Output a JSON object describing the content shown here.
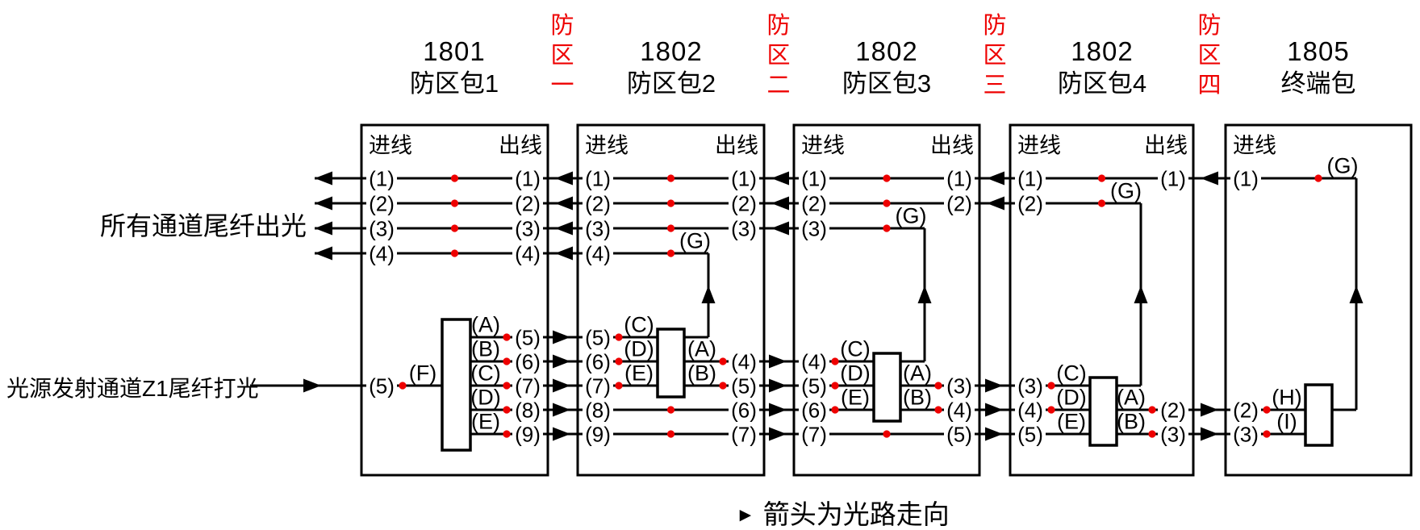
{
  "meta": {
    "caption_marker": "►",
    "caption_text": "箭头为光路走向"
  },
  "colors": {
    "accent_red": "#ee0000",
    "line_black": "#000000"
  },
  "side_labels": {
    "top_left": "所有通道尾纤出光",
    "bottom_left": "光源发射通道Z1尾纤打光"
  },
  "zones": [
    "防区一",
    "防区二",
    "防区三",
    "防区四"
  ],
  "boxes": [
    {
      "model": "1801",
      "title": "防区包1",
      "port_in_label": "进线",
      "port_out_label": "出线",
      "through": [
        {
          "left": "(1)",
          "right": "(1)",
          "row": 1,
          "dir": "left",
          "dot": true
        },
        {
          "left": "(2)",
          "right": "(2)",
          "row": 2,
          "dir": "left",
          "dot": true
        },
        {
          "left": "(3)",
          "right": "(3)",
          "row": 3,
          "dir": "left",
          "dot": true
        },
        {
          "left": "(4)",
          "right": "(4)",
          "row": 4,
          "dir": "left",
          "dot": true
        }
      ],
      "splitter": {
        "inputs": [
          {
            "port": "(5)",
            "row": 7,
            "letter": "(F)",
            "dot": true
          }
        ],
        "outputs": [
          {
            "port": "(5)",
            "row": 5,
            "letter": "(A)",
            "dot": true
          },
          {
            "port": "(6)",
            "row": 6,
            "letter": "(B)",
            "dot": true
          },
          {
            "port": "(7)",
            "row": 7,
            "letter": "(C)",
            "dot": true
          },
          {
            "port": "(8)",
            "row": 8,
            "letter": "(D)",
            "dot": true
          },
          {
            "port": "(9)",
            "row": 9,
            "letter": "(E)",
            "dot": true
          }
        ]
      }
    },
    {
      "model": "1802",
      "title": "防区包2",
      "port_in_label": "进线",
      "port_out_label": "出线",
      "through": [
        {
          "left": "(1)",
          "right": "(1)",
          "row": 1,
          "dir": "left",
          "dot": true
        },
        {
          "left": "(2)",
          "right": "(2)",
          "row": 2,
          "dir": "left",
          "dot": true
        },
        {
          "left": "(3)",
          "right": "(3)",
          "row": 3,
          "dir": "left",
          "dot": true
        },
        {
          "left": "(8)",
          "right": "(6)",
          "row": 8,
          "dir": "right",
          "dot": true
        },
        {
          "left": "(9)",
          "right": "(7)",
          "row": 9,
          "dir": "right",
          "dot": true
        }
      ],
      "g_return": {
        "port": "(4)",
        "row": 4,
        "letter": "(G)",
        "target_row": 5
      },
      "splitter": {
        "inputs": [
          {
            "port": "(5)",
            "row": 5,
            "letter": "(C)",
            "dot": true
          },
          {
            "port": "(6)",
            "row": 6,
            "letter": "(D)",
            "dot": true
          },
          {
            "port": "(7)",
            "row": 7,
            "letter": "(E)",
            "dot": true
          }
        ],
        "outputs": [
          {
            "port": "(4)",
            "row": 6,
            "letter": "(A)",
            "dot": true
          },
          {
            "port": "(5)",
            "row": 7,
            "letter": "(B)",
            "dot": true
          }
        ]
      }
    },
    {
      "model": "1802",
      "title": "防区包3",
      "port_in_label": "进线",
      "port_out_label": "出线",
      "through": [
        {
          "left": "(1)",
          "right": "(1)",
          "row": 1,
          "dir": "left",
          "dot": true
        },
        {
          "left": "(2)",
          "right": "(2)",
          "row": 2,
          "dir": "left",
          "dot": true
        },
        {
          "left": "(7)",
          "right": "(5)",
          "row": 9,
          "dir": "right",
          "dot": true
        }
      ],
      "g_return": {
        "port": "(3)",
        "row": 3,
        "letter": "(G)",
        "target_row": 6
      },
      "splitter": {
        "inputs": [
          {
            "port": "(4)",
            "row": 6,
            "letter": "(C)",
            "dot": true
          },
          {
            "port": "(5)",
            "row": 7,
            "letter": "(D)",
            "dot": true
          },
          {
            "port": "(6)",
            "row": 8,
            "letter": "(E)",
            "dot": true
          }
        ],
        "outputs": [
          {
            "port": "(3)",
            "row": 7,
            "letter": "(A)",
            "dot": true
          },
          {
            "port": "(4)",
            "row": 8,
            "letter": "(B)",
            "dot": true
          }
        ]
      }
    },
    {
      "model": "1802",
      "title": "防区包4",
      "port_in_label": "进线",
      "port_out_label": "出线",
      "through": [
        {
          "left": "(1)",
          "right": "(1)",
          "row": 1,
          "dir": "left",
          "dot": true
        }
      ],
      "g_return": {
        "port": "(2)",
        "row": 2,
        "letter": "(G)",
        "target_row": 7
      },
      "splitter": {
        "inputs": [
          {
            "port": "(3)",
            "row": 7,
            "letter": "(C)",
            "dot": true
          },
          {
            "port": "(4)",
            "row": 8,
            "letter": "(D)",
            "dot": true
          },
          {
            "port": "(5)",
            "row": 9,
            "letter": "(E)",
            "dot": false
          }
        ],
        "outputs": [
          {
            "port": "(2)",
            "row": 8,
            "letter": "(A)",
            "dot": true
          },
          {
            "port": "(3)",
            "row": 9,
            "letter": "(B)",
            "dot": true
          }
        ]
      }
    },
    {
      "model": "1805",
      "title": "终端包",
      "port_in_label": "进线",
      "port_out_label": "",
      "through": [],
      "g_return": {
        "port": "(1)",
        "row": 1,
        "letter": "(G)",
        "target_row": 8
      },
      "splitter": {
        "inputs": [
          {
            "port": "(2)",
            "row": 8,
            "letter": "(H)",
            "dot": true
          },
          {
            "port": "(3)",
            "row": 9,
            "letter": "(I)",
            "dot": true
          }
        ],
        "outputs": []
      }
    }
  ]
}
